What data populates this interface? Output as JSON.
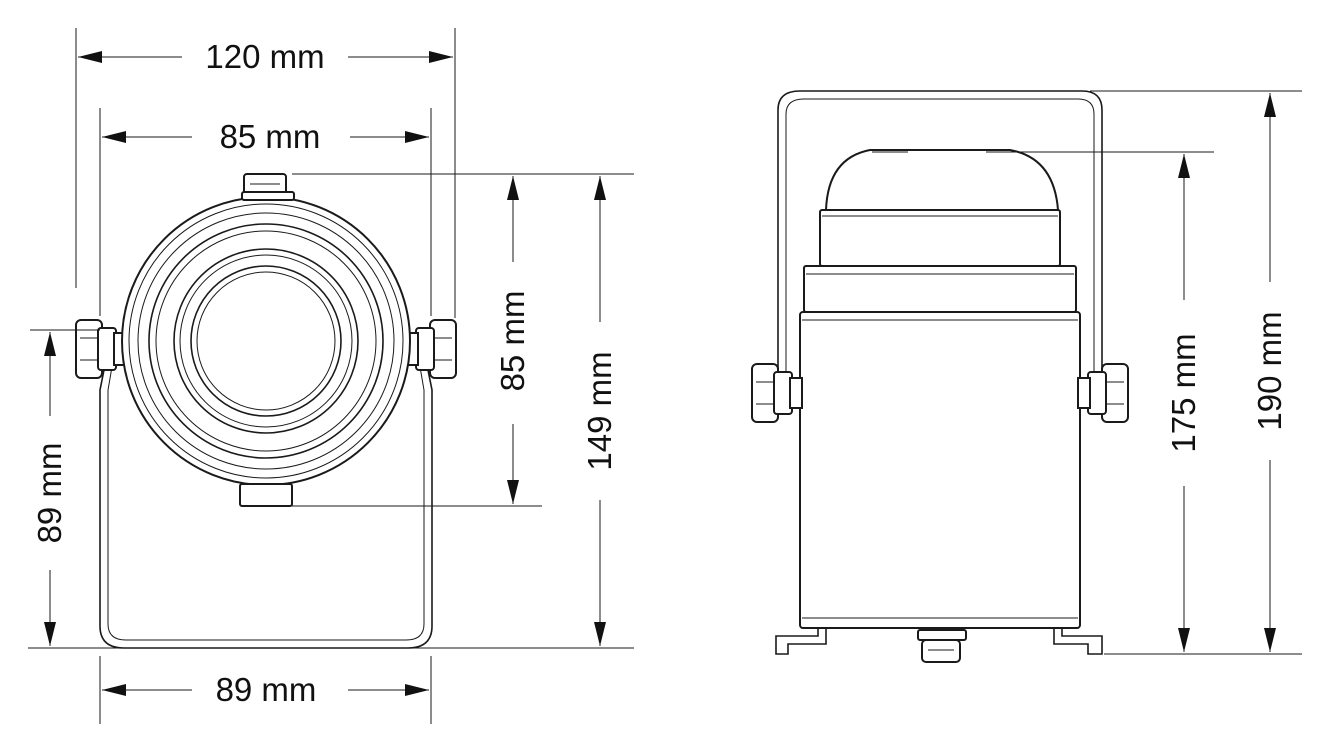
{
  "front_view": {
    "dims": {
      "width_outer": "120 mm",
      "width_bracket": "85 mm",
      "height_lens": "85 mm",
      "height_total": "149 mm",
      "height_pivot": "89 mm",
      "width_base": "89 mm"
    }
  },
  "side_view": {
    "dims": {
      "height_body": "175 mm",
      "height_total": "190 mm"
    }
  }
}
